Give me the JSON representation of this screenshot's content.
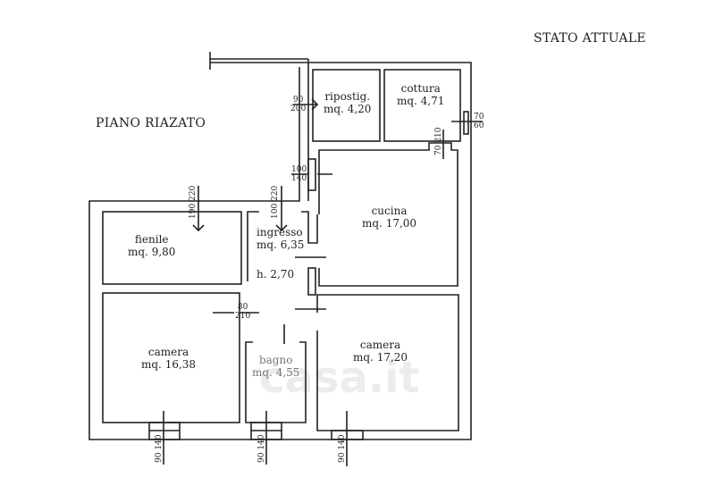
{
  "header": {
    "status": "STATO ATTUALE",
    "floor": "PIANO RIAZATO"
  },
  "rooms": [
    {
      "name": "ripostig.",
      "area": "mq. 4,20"
    },
    {
      "name": "cottura",
      "area": "mq. 4,71"
    },
    {
      "name": "cucina",
      "area": "mq. 17,00"
    },
    {
      "name": "ingresso",
      "area": "mq. 6,35"
    },
    {
      "name": "fienile",
      "area": "mq. 9,80"
    },
    {
      "name": "camera",
      "area": "mq. 16,38"
    },
    {
      "name": "bagno",
      "area": "mq. 4,55"
    },
    {
      "name": "camera",
      "area": "mq. 17,20"
    }
  ],
  "height": "h. 2,70",
  "openings": [
    {
      "w": "90",
      "h": "200"
    },
    {
      "w": "70",
      "h": "60"
    },
    {
      "w": "70",
      "h": "210"
    },
    {
      "w": "100",
      "h": "140"
    },
    {
      "w": "190",
      "h": "220"
    },
    {
      "w": "100",
      "h": "220"
    },
    {
      "w": "80",
      "h": "210"
    },
    {
      "w": "90",
      "h": "140"
    },
    {
      "w": "90",
      "h": "140"
    },
    {
      "w": "90",
      "h": "140"
    }
  ],
  "watermark": "casa.it"
}
